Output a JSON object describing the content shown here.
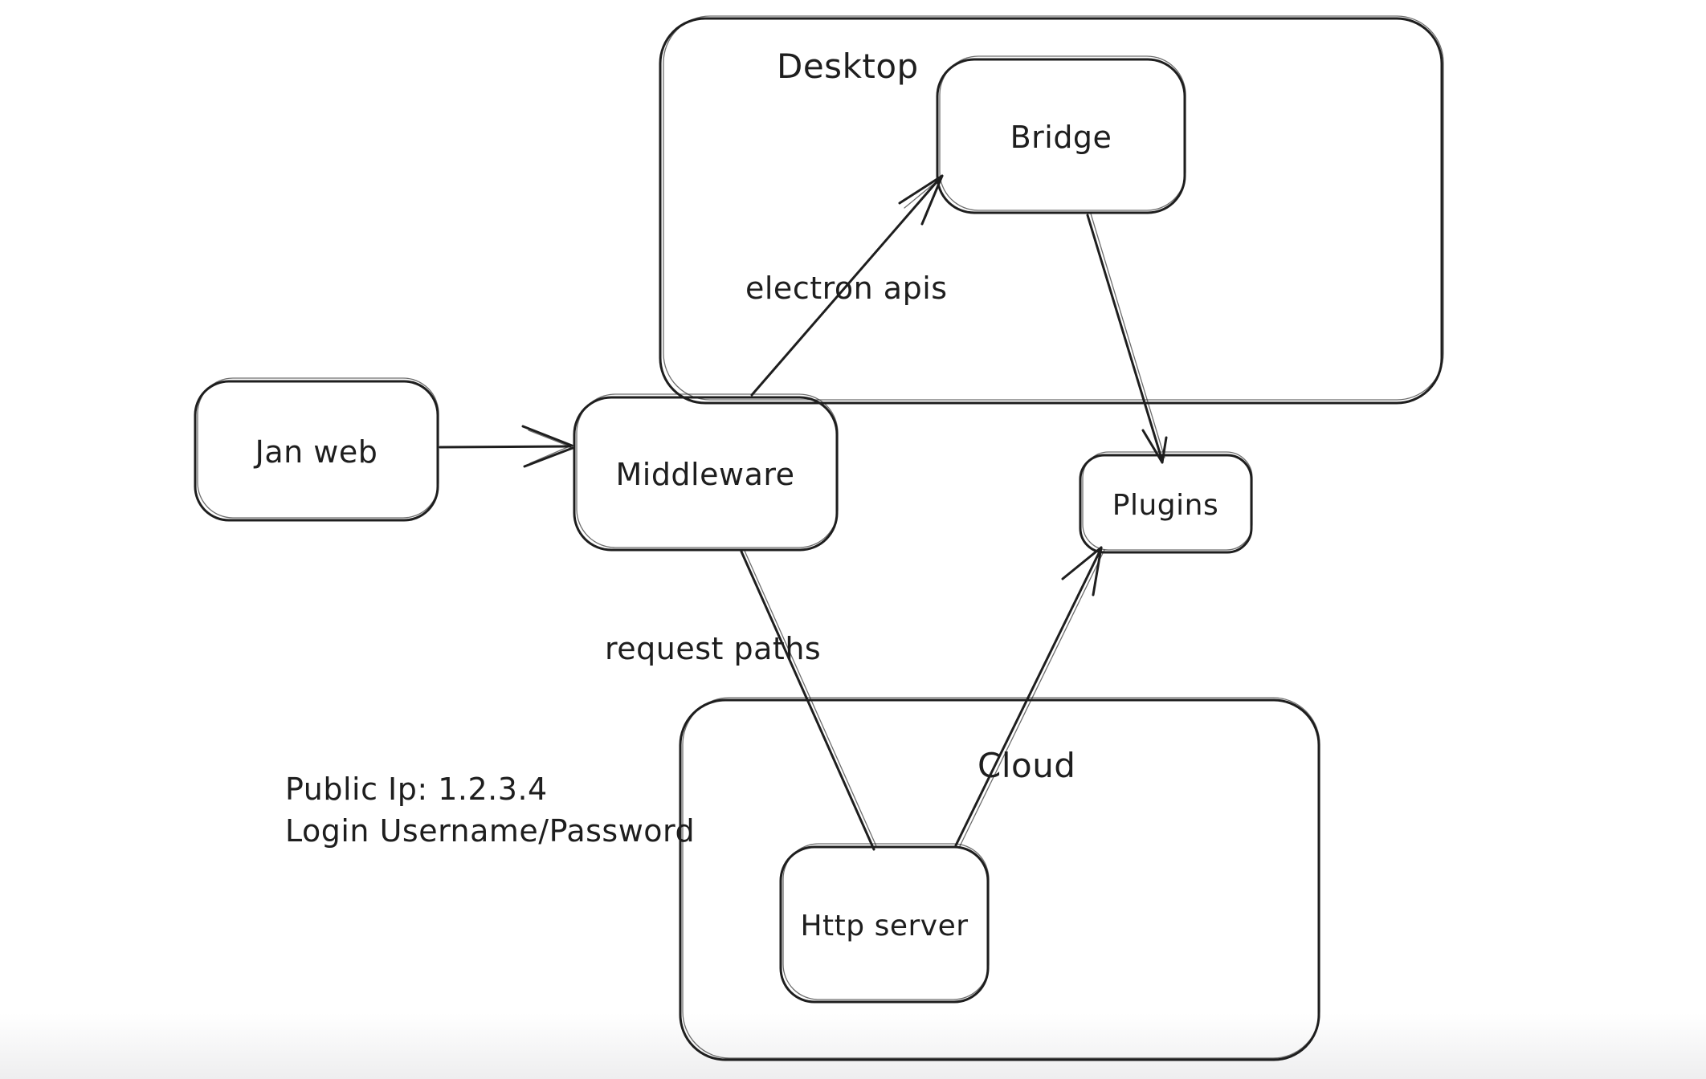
{
  "canvas": {
    "background_color": "#ffffff",
    "stroke_color": "#1e1e1e",
    "bottom_fade_color": "#eeeeef"
  },
  "containers": {
    "desktop": {
      "label": "Desktop"
    },
    "cloud": {
      "label": "Cloud"
    }
  },
  "nodes": {
    "jan_web": {
      "label": "Jan web"
    },
    "middleware": {
      "label": "Middleware"
    },
    "bridge": {
      "label": "Bridge"
    },
    "plugins": {
      "label": "Plugins"
    },
    "http_server": {
      "label": "Http server"
    }
  },
  "edges": {
    "jan_web_to_middleware": {
      "from": "Jan web",
      "to": "Middleware",
      "label": ""
    },
    "middleware_to_bridge": {
      "from": "Middleware",
      "to": "Bridge",
      "label": "electron apis"
    },
    "bridge_to_plugins": {
      "from": "Bridge",
      "to": "Plugins",
      "label": ""
    },
    "middleware_to_http_server": {
      "from": "Middleware",
      "to": "Http server",
      "label": "request paths"
    },
    "http_server_to_plugins": {
      "from": "Http server",
      "to": "Plugins",
      "label": ""
    }
  },
  "notes": {
    "public_ip": "Public Ip: 1.2.3.4",
    "login": "Login Username/Password"
  }
}
